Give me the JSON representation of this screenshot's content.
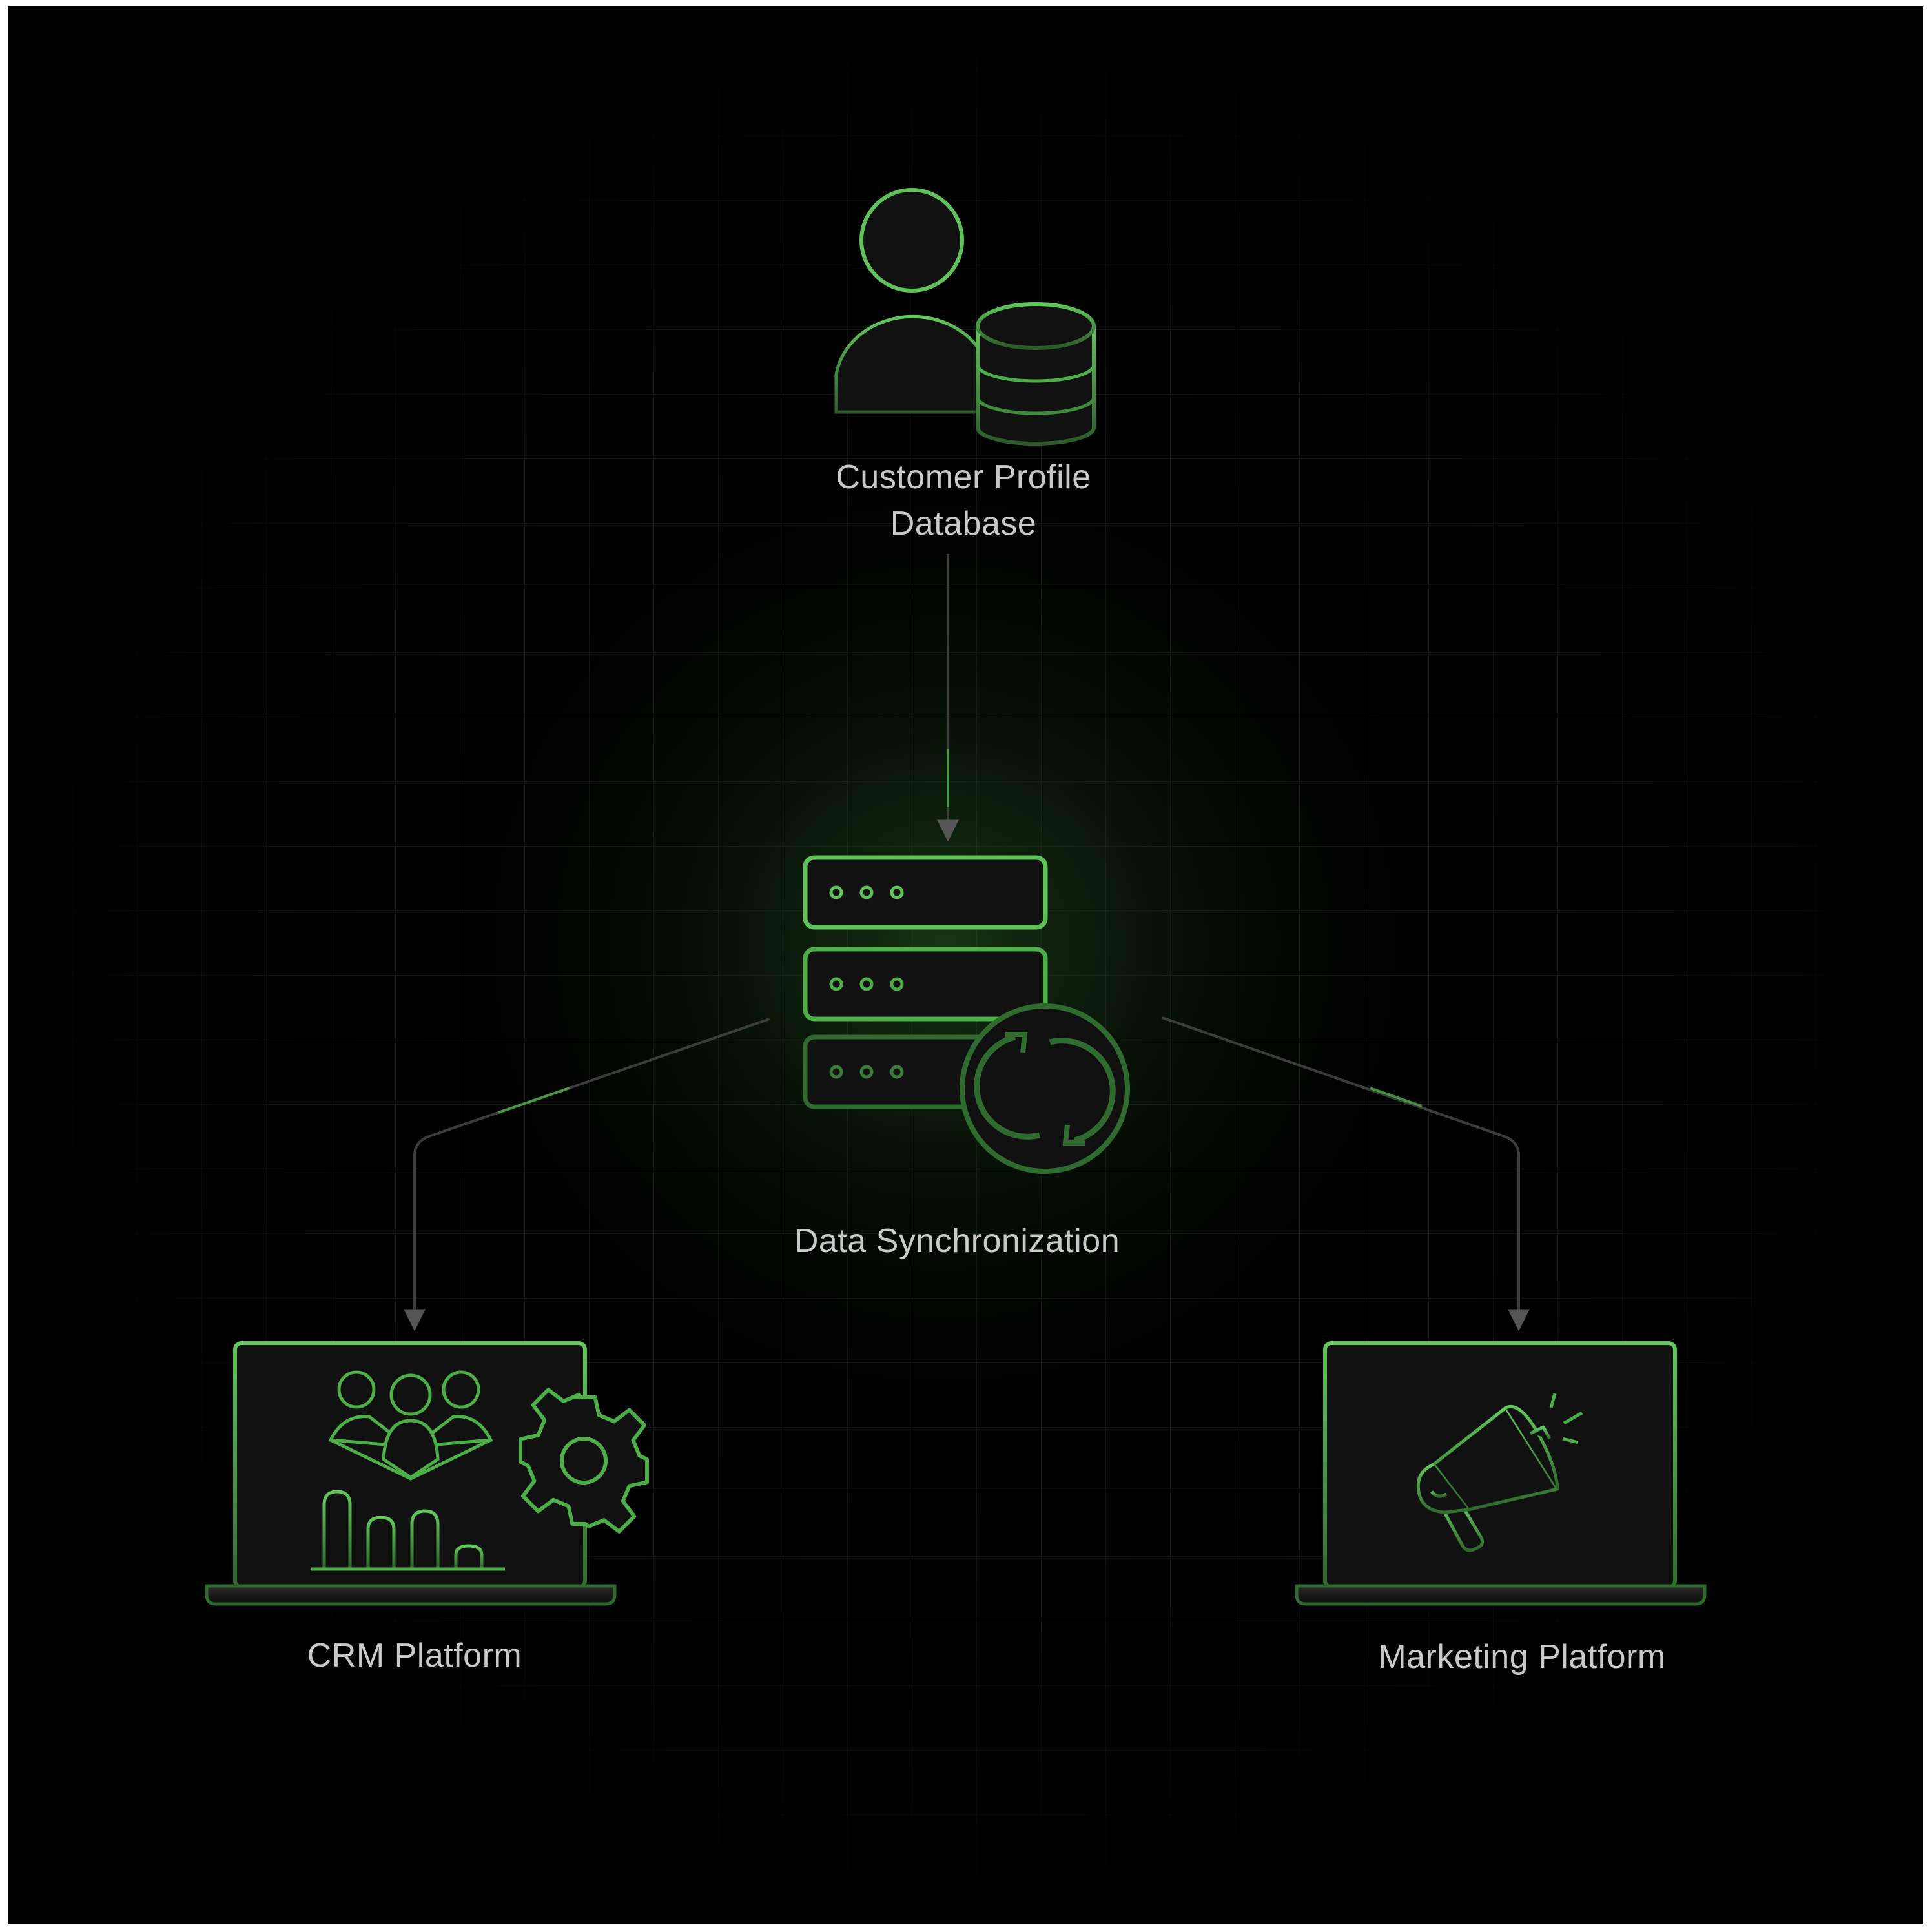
{
  "colors": {
    "background": "#000000",
    "accent": "#5fc35a",
    "accent_dim": "#2f6a2e",
    "node_fill": "#101110",
    "connector": "#3c3c3c",
    "label_text": "#c9c9c9"
  },
  "nodes": [
    {
      "id": "customer-profile-database",
      "label": "Customer Profile\nDatabase",
      "icon": "user-database-icon"
    },
    {
      "id": "data-synchronization",
      "label": "Data Synchronization",
      "icon": "server-sync-icon"
    },
    {
      "id": "crm-platform",
      "label": "CRM Platform",
      "icon": "laptop-team-analytics-icon"
    },
    {
      "id": "marketing-platform",
      "label": "Marketing Platform",
      "icon": "laptop-megaphone-icon"
    }
  ],
  "edges": [
    {
      "from": "customer-profile-database",
      "to": "data-synchronization"
    },
    {
      "from": "data-synchronization",
      "to": "crm-platform"
    },
    {
      "from": "data-synchronization",
      "to": "marketing-platform"
    }
  ]
}
